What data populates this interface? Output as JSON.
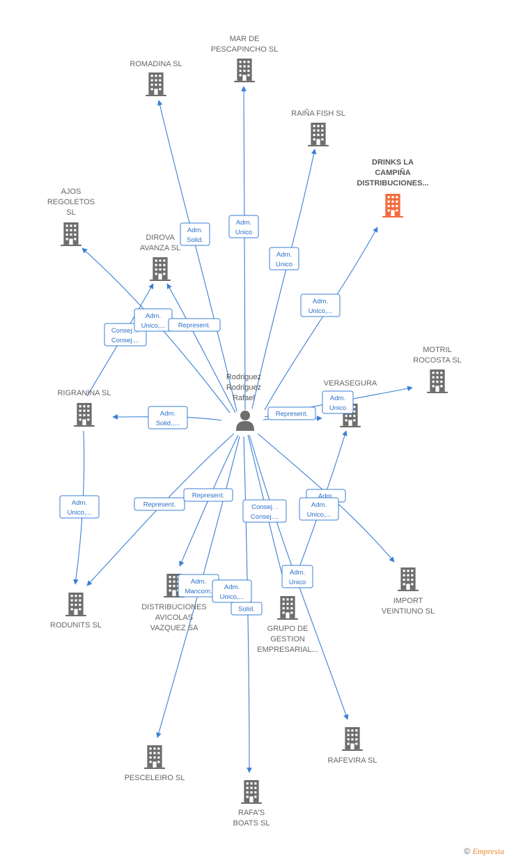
{
  "colors": {
    "edge": "#3a7fd5",
    "building": "#6d6d6d",
    "highlight": "#f26a3c",
    "person": "#6d6d6d"
  },
  "center": {
    "label_lines": [
      "Rodriguez",
      "Rodriguez",
      "Rafael"
    ],
    "icon": "person-icon"
  },
  "nodes": [
    {
      "id": "mar",
      "lines": [
        "MAR DE",
        "PESCAPINCHO SL"
      ],
      "highlight": false
    },
    {
      "id": "romadina",
      "lines": [
        "ROMADINA SL"
      ],
      "highlight": false
    },
    {
      "id": "raina",
      "lines": [
        "RAIÑA FISH SL"
      ],
      "highlight": false
    },
    {
      "id": "drinks",
      "lines": [
        "DRINKS LA",
        "CAMPIÑA",
        "DISTRIBUCIONES..."
      ],
      "highlight": true
    },
    {
      "id": "ajos",
      "lines": [
        "AJOS",
        "REGOLETOS",
        "SL"
      ],
      "highlight": false
    },
    {
      "id": "dirova",
      "lines": [
        "DIROVA",
        "AVANZA  SL"
      ],
      "highlight": false
    },
    {
      "id": "motril",
      "lines": [
        "MOTRIL",
        "ROCOSTA SL"
      ],
      "highlight": false
    },
    {
      "id": "verasegura",
      "lines": [
        "VERASEGURA"
      ],
      "highlight": false
    },
    {
      "id": "rigranina",
      "lines": [
        "RIGRANINA  SL"
      ],
      "highlight": false
    },
    {
      "id": "rodunits",
      "lines": [
        "RODUNITS  SL"
      ],
      "highlight": false
    },
    {
      "id": "distrib",
      "lines": [
        "DISTRIBUCIONES",
        "AVICOLAS",
        "VAZQUEZ SA"
      ],
      "highlight": false
    },
    {
      "id": "grupo",
      "lines": [
        "GRUPO DE",
        "GESTION",
        "EMPRESARIAL..."
      ],
      "highlight": false
    },
    {
      "id": "import",
      "lines": [
        "IMPORT",
        "VEINTIUNO SL"
      ],
      "highlight": false
    },
    {
      "id": "pesceleiro",
      "lines": [
        "PESCELEIRO SL"
      ],
      "highlight": false
    },
    {
      "id": "rafas",
      "lines": [
        "RAFA'S",
        "BOATS SL"
      ],
      "highlight": false
    },
    {
      "id": "rafevira",
      "lines": [
        "RAFEVIRA SL"
      ],
      "highlight": false
    }
  ],
  "badges": [
    {
      "id": "b-romadina",
      "lines": [
        "Adm.",
        "Solid."
      ]
    },
    {
      "id": "b-mar",
      "lines": [
        "Adm.",
        "Unico"
      ]
    },
    {
      "id": "b-raina",
      "lines": [
        "Adm.",
        "Unico"
      ]
    },
    {
      "id": "b-drinks",
      "lines": [
        "Adm.",
        "Unico,..."
      ]
    },
    {
      "id": "b-ajos",
      "lines": [
        "Consej....",
        "Consej...."
      ]
    },
    {
      "id": "b-dirova",
      "lines": [
        "Adm.",
        "Unico,..."
      ]
    },
    {
      "id": "b-dirova-rep",
      "lines": [
        "Represent."
      ]
    },
    {
      "id": "b-rigranina",
      "lines": [
        "Adm.",
        "Solid.,..."
      ]
    },
    {
      "id": "b-verasegura-rep",
      "lines": [
        "Represent."
      ]
    },
    {
      "id": "b-motril",
      "lines": [
        "Adm.",
        "Unico"
      ]
    },
    {
      "id": "b-rodunits",
      "lines": [
        "Adm.",
        "Unico,..."
      ]
    },
    {
      "id": "b-rodunits-rep",
      "lines": [
        "Represent."
      ]
    },
    {
      "id": "b-distrib-rep",
      "lines": [
        "Represent."
      ]
    },
    {
      "id": "b-grupo-consej",
      "lines": [
        "Consej. .",
        "Consej...."
      ]
    },
    {
      "id": "b-import-adm",
      "lines": [
        "Adm."
      ]
    },
    {
      "id": "b-import",
      "lines": [
        "Adm.",
        "Unico,..."
      ]
    },
    {
      "id": "b-pesc",
      "lines": [
        "Adm.",
        "Mancom."
      ]
    },
    {
      "id": "b-rafas",
      "lines": [
        "Adm.",
        "Unico,..."
      ]
    },
    {
      "id": "b-rafas-solid",
      "lines": [
        "Solid."
      ]
    },
    {
      "id": "b-verasegura-adm",
      "lines": [
        "Adm.",
        "Unico"
      ]
    }
  ],
  "footer": {
    "copyright": "©",
    "brand": "Empresia"
  }
}
